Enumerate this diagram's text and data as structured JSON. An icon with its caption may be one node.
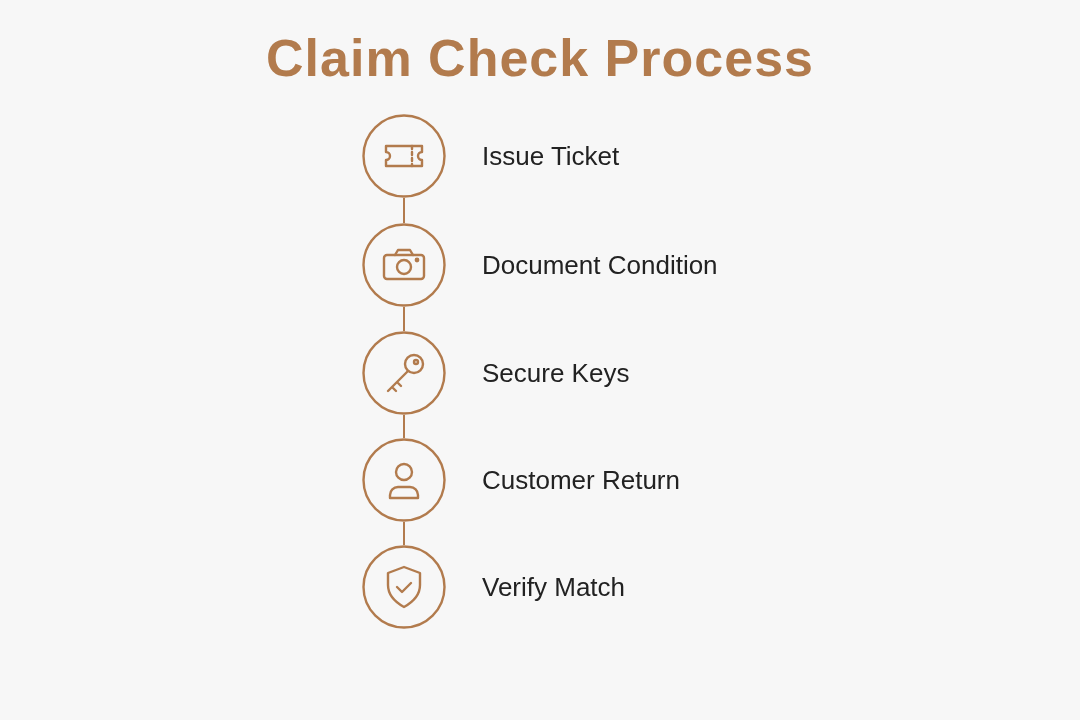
{
  "diagram": {
    "title": "Claim Check Process",
    "nodes": [
      {
        "text": [
          "Issue Ticket"
        ]
      },
      {
        "text": [
          "Document Condition"
        ]
      },
      {
        "text": [
          "Secure Keys"
        ]
      },
      {
        "text": [
          "Customer Return"
        ]
      },
      {
        "text": [
          "Verify Match"
        ]
      }
    ],
    "edges": [
      {
        "from": 0,
        "to": 1,
        "arrow": "none"
      },
      {
        "from": 1,
        "to": 2,
        "arrow": "none"
      },
      {
        "from": 2,
        "to": 3,
        "arrow": "none"
      },
      {
        "from": 3,
        "to": 4,
        "arrow": "none"
      }
    ]
  }
}
